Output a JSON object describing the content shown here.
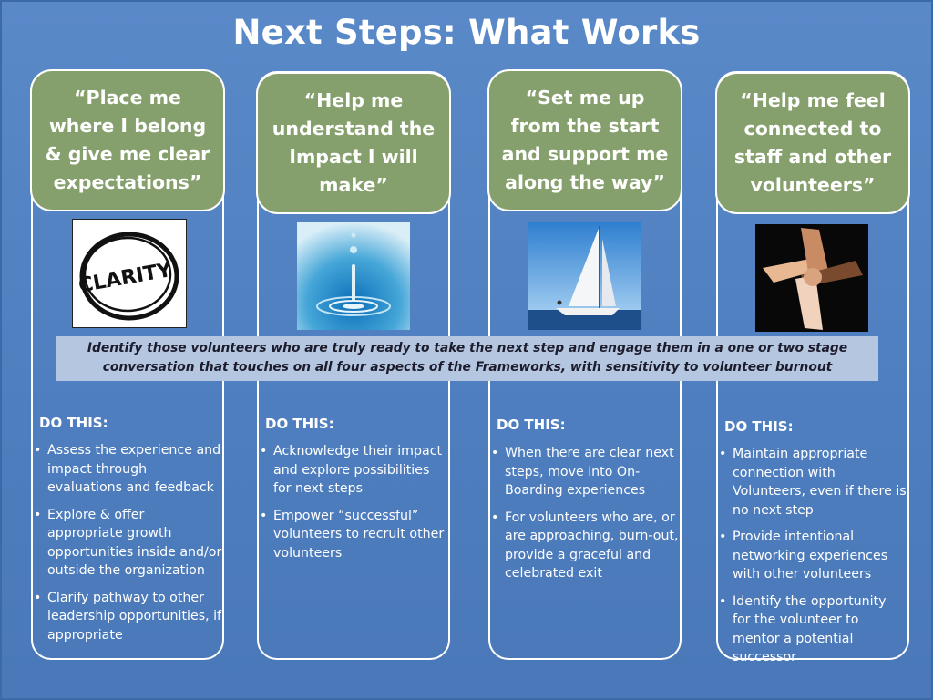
{
  "slide": {
    "title": "Next Steps: What Works",
    "banner": "Identify those volunteers who are truly ready to take the next step and engage them in a one or two stage conversation that touches on all four aspects of the Frameworks, with sensitivity to volunteer burnout",
    "columns": [
      {
        "heading": "“Place me where I belong & give me clear expectations”",
        "image_label": "CLARITY!",
        "do_this": "DO THIS:",
        "bullets": [
          "Assess the experience and impact through evaluations and feedback",
          "Explore & offer appropriate growth opportunities inside and/or outside the organization",
          "Clarify pathway to other leadership opportunities, if appropriate"
        ]
      },
      {
        "heading": "“Help me understand the Impact I will make”",
        "do_this": "DO THIS:",
        "bullets": [
          "Acknowledge their impact and explore possibilities for next steps",
          " Empower “successful” volunteers to recruit other volunteers"
        ]
      },
      {
        "heading": "“Set me up from the start and support me along the way”",
        "do_this": "DO THIS:",
        "bullets": [
          "When there are clear next steps, move into On-Boarding experiences",
          " For volunteers who are, or are approaching, burn-out, provide a graceful and celebrated exit"
        ]
      },
      {
        "heading": "“Help me feel connected to staff and other volunteers”",
        "do_this": "DO THIS:",
        "bullets": [
          "Maintain appropriate connection with Volunteers, even if there is no next step",
          " Provide intentional networking experiences with other volunteers",
          " Identify the opportunity for the volunteer to mentor a potential successor"
        ]
      }
    ]
  },
  "colors": {
    "background": "#4f7fc0",
    "heading_fill": "#86a06d",
    "banner_fill": "#b5c6e0"
  },
  "icons": [
    "clarity-image",
    "water-drop-image",
    "sailboat-image",
    "joined-hands-image"
  ]
}
